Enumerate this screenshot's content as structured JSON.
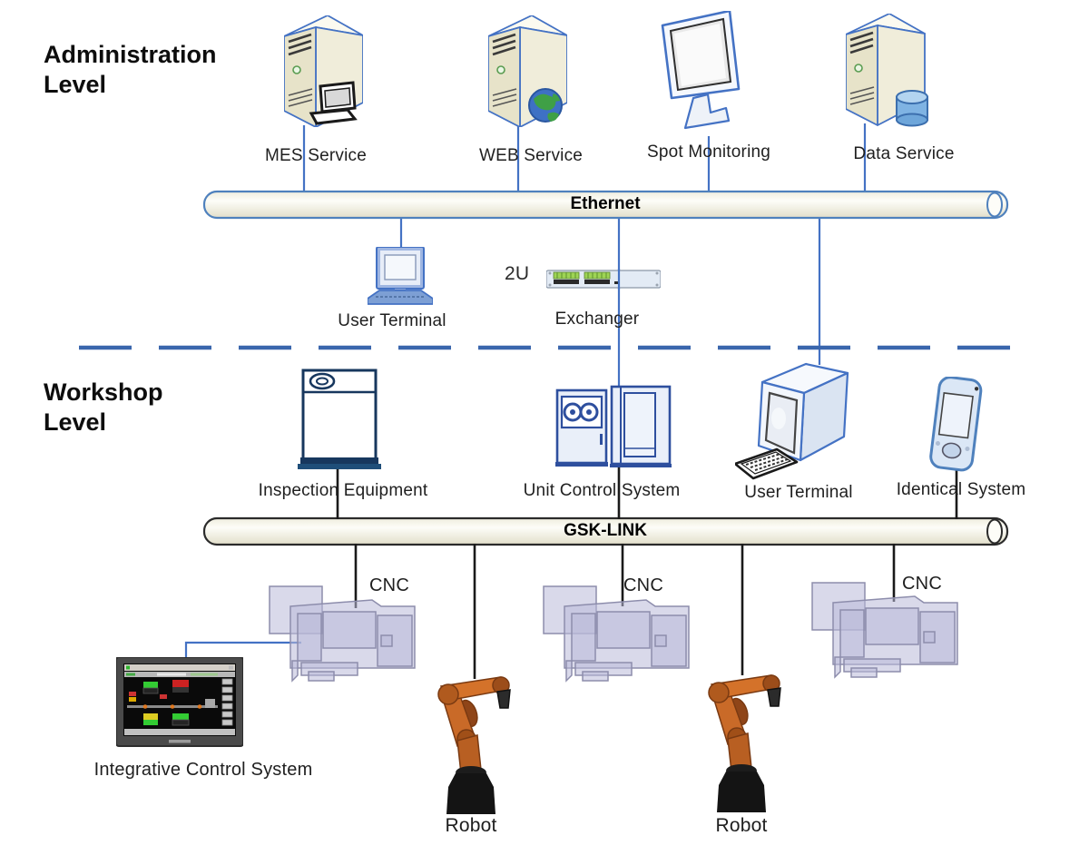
{
  "diagram": {
    "levels": {
      "administration": "Administration Level",
      "workshop": "Workshop Level"
    },
    "buses": {
      "ethernet": "Ethernet",
      "gsk_link": "GSK-LINK"
    },
    "administration": {
      "nodes": [
        {
          "id": "mes",
          "label": "MES Service",
          "icon": "server-with-laptop-icon"
        },
        {
          "id": "web",
          "label": "WEB Service",
          "icon": "server-with-globe-icon"
        },
        {
          "id": "spot",
          "label": "Spot Monitoring",
          "icon": "flat-monitor-icon"
        },
        {
          "id": "data",
          "label": "Data Service",
          "icon": "server-with-database-icon"
        }
      ],
      "user_terminal": {
        "label": "User Terminal",
        "icon": "desktop-computer-icon"
      },
      "exchanger": {
        "label": "Exchanger",
        "rack_size": "2U",
        "icon": "rack-switch-icon"
      }
    },
    "workshop": {
      "nodes": [
        {
          "id": "inspection",
          "label": "Inspection Equipment",
          "icon": "inspection-equipment-icon"
        },
        {
          "id": "ucs",
          "label": "Unit Control System",
          "icon": "control-cabinet-icon"
        },
        {
          "id": "terminal",
          "label": "User Terminal",
          "icon": "crt-terminal-icon"
        },
        {
          "id": "identical",
          "label": "Identical System",
          "icon": "handheld-device-icon"
        }
      ],
      "cnc_labels": [
        "CNC",
        "CNC",
        "CNC"
      ],
      "robot_labels": [
        "Robot",
        "Robot"
      ],
      "integrative_control_system_label": "Integrative Control System"
    },
    "colors": {
      "connector_blue": "#4472c4",
      "ethernet_border_blue": "#4f81bd",
      "gsk_border_dark": "#2b2b2b",
      "bus_fill_cream": "#f2f0e4",
      "connector_black": "#1a1a1a",
      "dashed_divider_blue": "#3a66ad",
      "cnc_machine_lavender": "#c7c7e2",
      "robot_orange": "#c96a28",
      "server_cream": "#eae6d0"
    }
  }
}
